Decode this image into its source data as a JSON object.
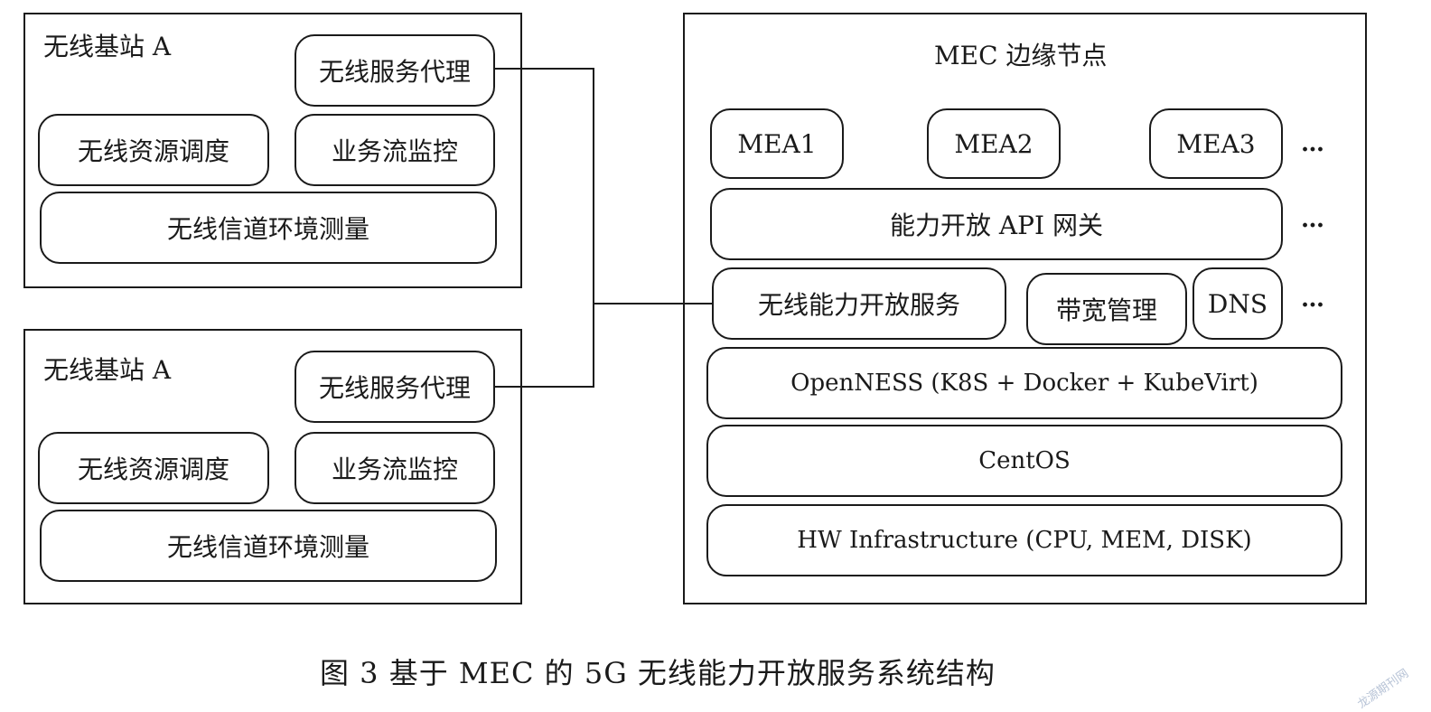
{
  "stations": [
    {
      "title": "无线基站 A",
      "proxy": "无线服务代理",
      "scheduling": "无线资源调度",
      "monitoring": "业务流监控",
      "measurement": "无线信道环境测量"
    },
    {
      "title": "无线基站 A",
      "proxy": "无线服务代理",
      "scheduling": "无线资源调度",
      "monitoring": "业务流监控",
      "measurement": "无线信道环境测量"
    }
  ],
  "mec": {
    "title": "MEC 边缘节点",
    "apps": [
      "MEA1",
      "MEA2",
      "MEA3"
    ],
    "ellipsis": "…",
    "gateway": "能力开放 API 网关",
    "services": [
      "无线能力开放服务",
      "带宽管理",
      "DNS"
    ],
    "platform": "OpenNESS (K8S + Docker + KubeVirt)",
    "os": "CentOS",
    "hardware": "HW Infrastructure (CPU, MEM, DISK)"
  },
  "caption": "图 3   基于 MEC 的 5G 无线能力开放服务系统结构",
  "watermark": "龙源期刊网"
}
